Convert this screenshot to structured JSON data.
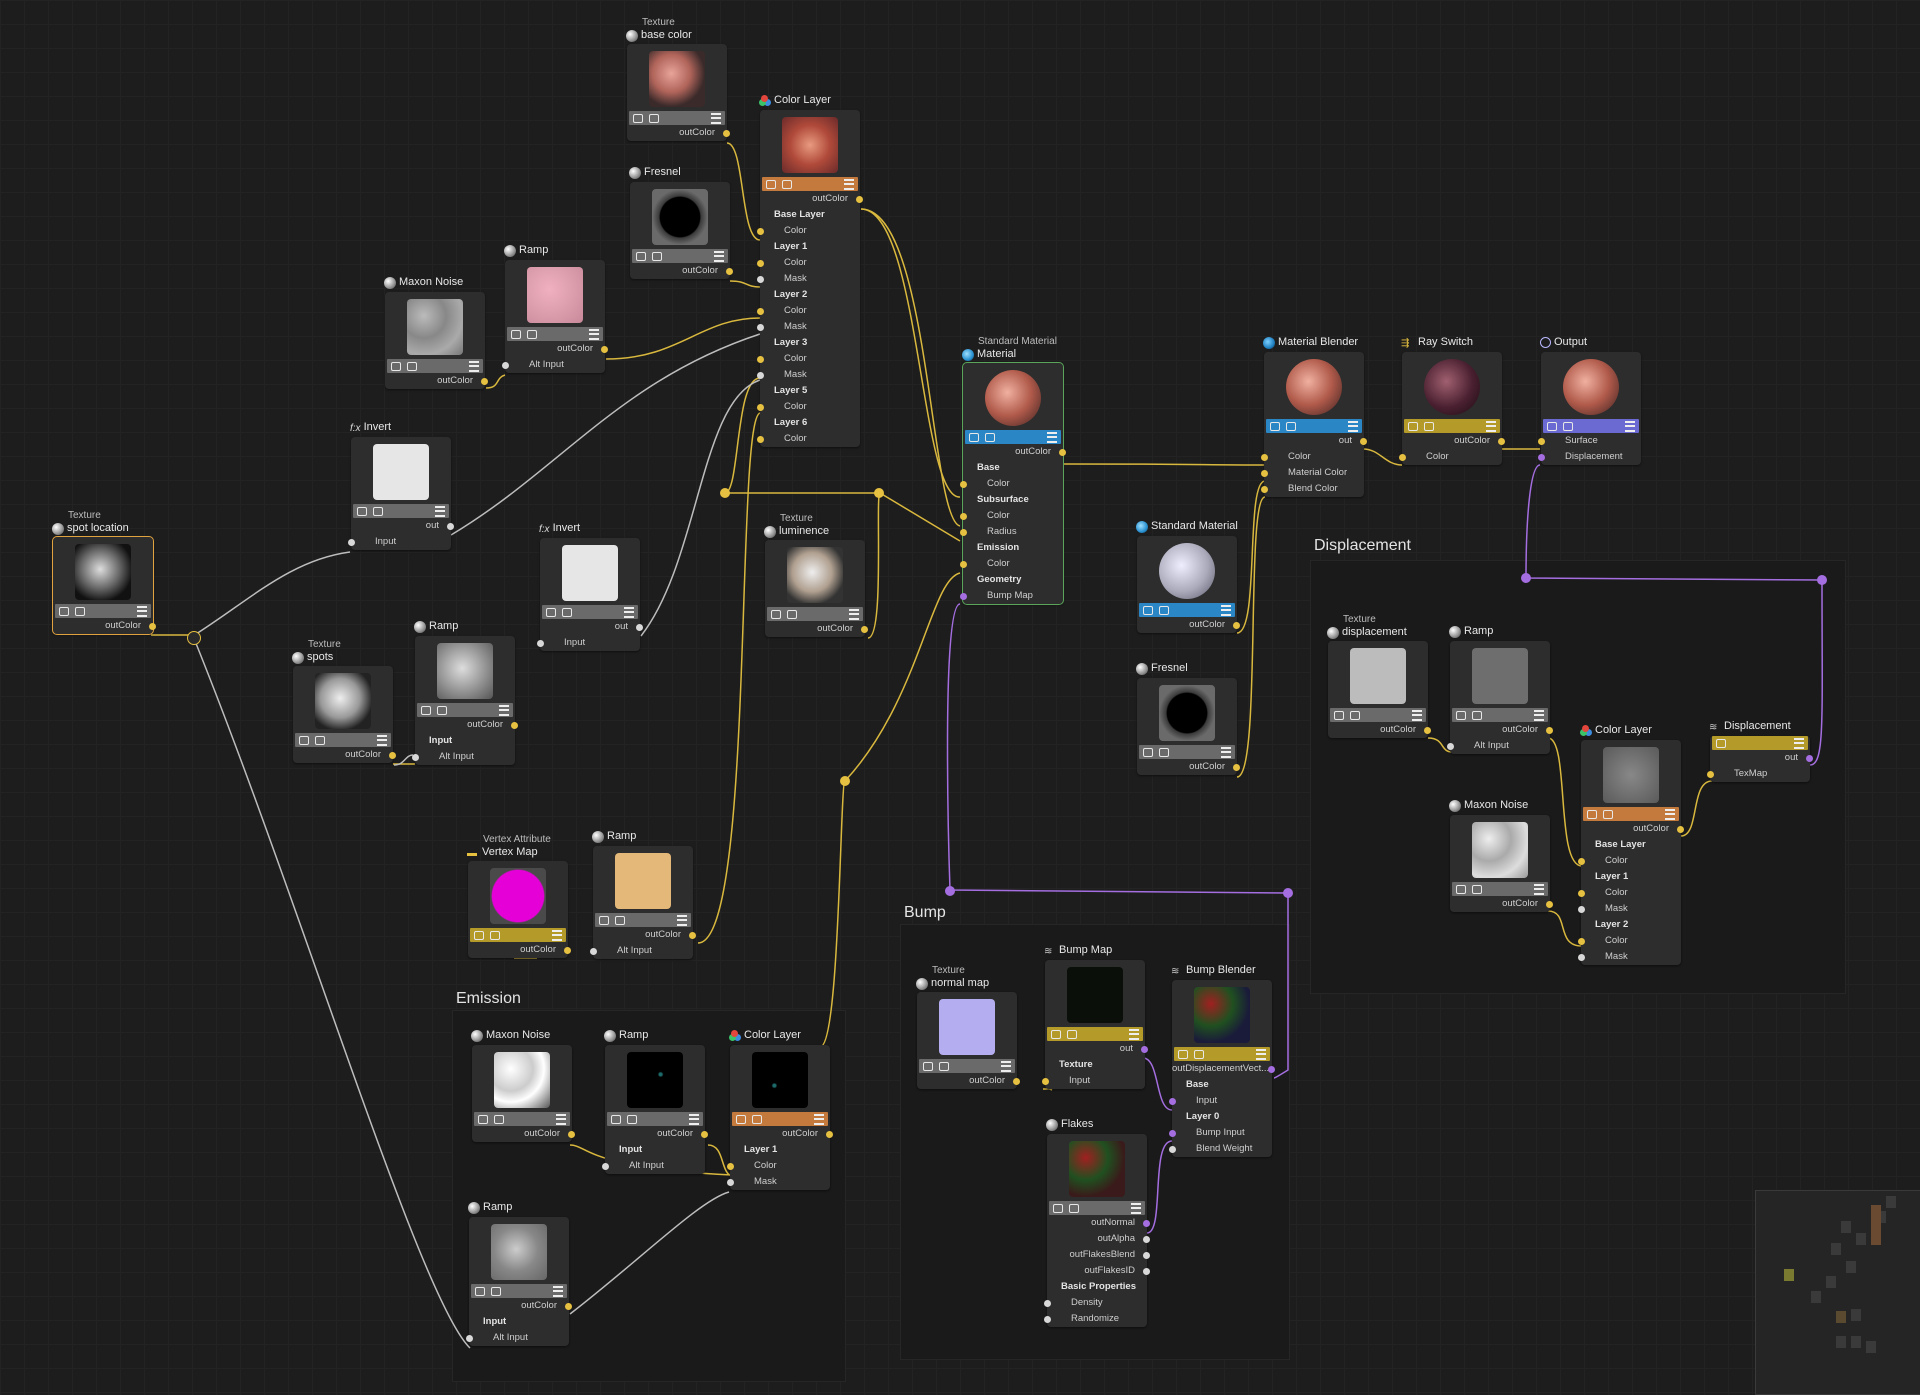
{
  "groups": {
    "emission": "Emission",
    "bump": "Bump",
    "displacement": "Displacement"
  },
  "port_labels": {
    "outColor": "outColor",
    "out": "out",
    "input": "Input",
    "alt_input": "Alt Input",
    "color": "Color",
    "mask": "Mask",
    "base_layer": "Base Layer",
    "layer1": "Layer 1",
    "layer2": "Layer 2",
    "layer3": "Layer 3",
    "layer5": "Layer 5",
    "layer6": "Layer 6",
    "layer0": "Layer 0",
    "base": "Base",
    "texture": "Texture",
    "bump_input": "Bump Input",
    "blend_weight": "Blend Weight",
    "texmap": "TexMap",
    "surface": "Surface",
    "displacement": "Displacement",
    "material_color": "Material Color",
    "blend_color": "Blend Color",
    "radius": "Radius",
    "bump_map": "Bump Map",
    "subsurface": "Subsurface",
    "emission": "Emission",
    "geometry": "Geometry",
    "base_cat": "Base",
    "out_normal": "outNormal",
    "out_alpha": "outAlpha",
    "out_flakes_blend": "outFlakesBlend",
    "out_flakes_id": "outFlakesID",
    "basic_properties": "Basic Properties",
    "density": "Density",
    "randomize": "Randomize",
    "out_displacement": "outDisplacementVect..."
  },
  "nodes": {
    "tex_base_color": {
      "category": "Texture",
      "title": "base color"
    },
    "color_layer_main": {
      "title": "Color Layer"
    },
    "fresnel_top": {
      "title": "Fresnel"
    },
    "ramp_top": {
      "title": "Ramp"
    },
    "maxon_noise_top": {
      "title": "Maxon Noise"
    },
    "invert_a": {
      "title": "Invert"
    },
    "tex_spot_location": {
      "category": "Texture",
      "title": "spot location"
    },
    "tex_spots": {
      "category": "Texture",
      "title": "spots"
    },
    "ramp_mid": {
      "title": "Ramp"
    },
    "invert_b": {
      "title": "Invert"
    },
    "tex_luminence": {
      "category": "Texture",
      "title": "luminence"
    },
    "standard_material_main": {
      "category": "Standard Material",
      "title": "Material"
    },
    "vertex_map": {
      "category": "Vertex Attribute",
      "title": "Vertex Map"
    },
    "ramp_beige": {
      "title": "Ramp"
    },
    "material_blender": {
      "title": "Material Blender"
    },
    "ray_switch": {
      "title": "Ray Switch"
    },
    "output": {
      "title": "Output"
    },
    "standard_material_2": {
      "title": "Standard Material"
    },
    "fresnel_right": {
      "title": "Fresnel"
    },
    "tex_displacement": {
      "category": "Texture",
      "title": "displacement"
    },
    "ramp_disp": {
      "title": "Ramp"
    },
    "color_layer_disp": {
      "title": "Color Layer"
    },
    "displacement_node": {
      "title": "Displacement"
    },
    "maxon_noise_disp": {
      "title": "Maxon Noise"
    },
    "emi_maxon_noise": {
      "title": "Maxon Noise"
    },
    "emi_ramp": {
      "title": "Ramp"
    },
    "emi_color_layer": {
      "title": "Color Layer"
    },
    "emi_ramp_bottom": {
      "title": "Ramp"
    },
    "tex_normal_map": {
      "category": "Texture",
      "title": "normal map"
    },
    "bump_map": {
      "title": "Bump Map"
    },
    "bump_blender": {
      "title": "Bump Blender"
    },
    "flakes": {
      "title": "Flakes"
    }
  },
  "icons": {
    "texture": "texture-icon",
    "color_layer": "color-layer-icon",
    "fx": "fx-icon",
    "material": "material-icon",
    "ray_switch": "ray-switch-icon",
    "output": "output-icon",
    "layers": "layers-icon"
  },
  "colors": {
    "wire_color": "#d9b83e",
    "wire_vector": "#a46ee0",
    "wire_scalar": "#bdbdbd",
    "bar_color_layer": "#c47a3c",
    "bar_material": "#2a86c4",
    "bar_switch": "#b49a28",
    "bar_output": "#6a6ad2"
  }
}
